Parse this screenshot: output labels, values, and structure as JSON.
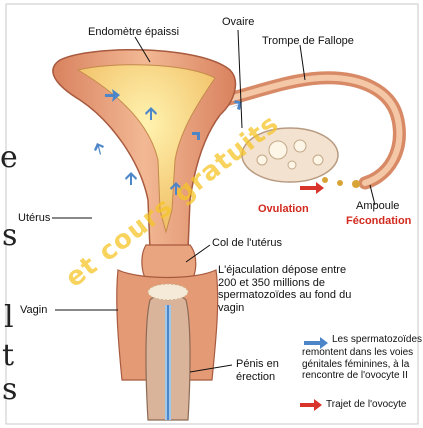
{
  "labels": {
    "endometre": "Endomètre épaissi",
    "ovaire": "Ovaire",
    "trompe": "Trompe de Fallope",
    "uterus": "Utérus",
    "ovulation": "Ovulation",
    "ampoule": "Ampoule",
    "fecondation": "Fécondation",
    "col": "Col de l'utérus",
    "ejac_1": "L'éjaculation dépose entre",
    "ejac_2": "200 et 350 millions de",
    "ejac_3": "spermatozoïdes au fond du",
    "ejac_4": "vagin",
    "vagin": "Vagin",
    "penis_1": "Pénis en",
    "penis_2": "érection"
  },
  "legend": {
    "sperm_1": "Les spermatozoïdes",
    "sperm_2": "remontent dans les voies",
    "sperm_3": "génitales féminines, à la",
    "sperm_4": "rencontre de l'ovocyte II",
    "oocyte": "Trajet de l'ovocyte"
  },
  "watermark": "et cours gratuits",
  "colors": {
    "tissue": "#e8a07a",
    "tissue_dark": "#c86a4a",
    "cavity": "#f6d27a",
    "sperm_arrow": "#4d86c8",
    "oocyte_arrow": "#d9342b",
    "label_red": "#d22a1e"
  }
}
